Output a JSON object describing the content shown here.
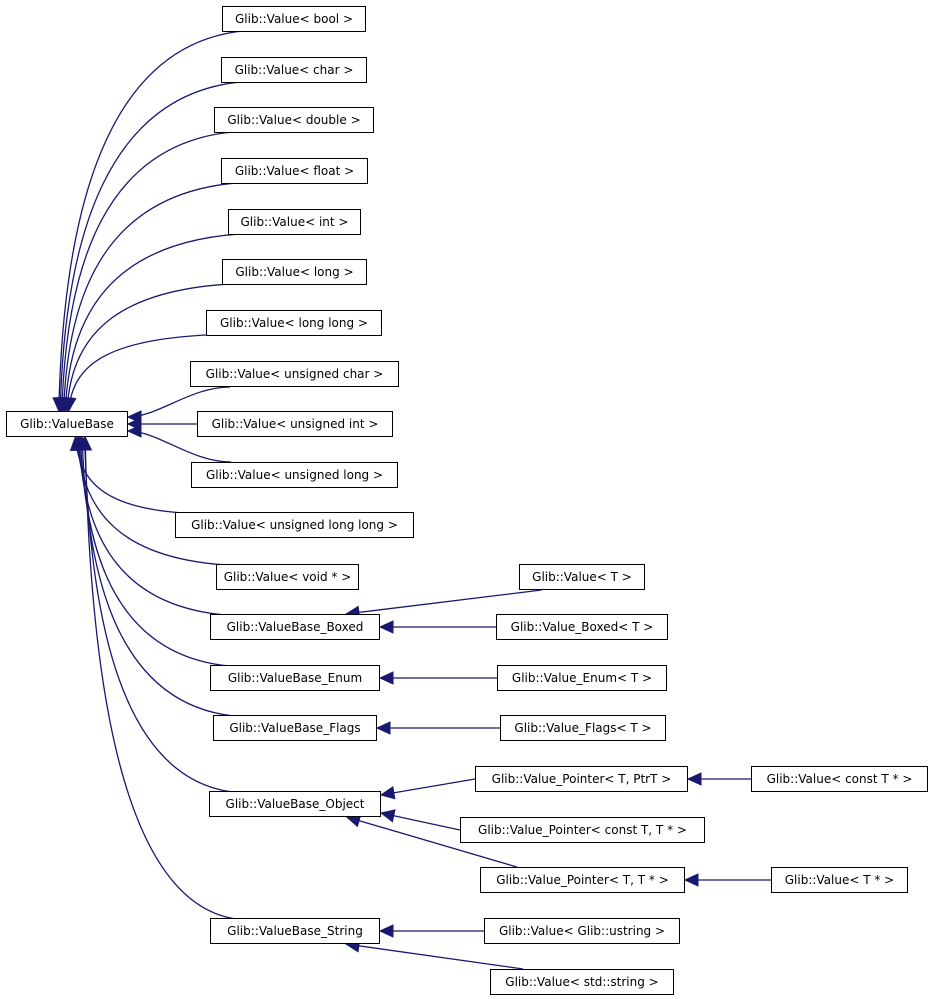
{
  "edge_color": "#191970",
  "nodes": {
    "valuebase": "Glib::ValueBase",
    "v_bool": "Glib::Value< bool >",
    "v_char": "Glib::Value< char >",
    "v_double": "Glib::Value< double >",
    "v_float": "Glib::Value< float >",
    "v_int": "Glib::Value< int >",
    "v_long": "Glib::Value< long >",
    "v_longlong": "Glib::Value< long long >",
    "v_uchar": "Glib::Value< unsigned char >",
    "v_uint": "Glib::Value< unsigned int >",
    "v_ulong": "Glib::Value< unsigned long >",
    "v_ulonglong": "Glib::Value< unsigned long long >",
    "v_voidp": "Glib::Value< void * >",
    "vb_boxed": "Glib::ValueBase_Boxed",
    "v_T": "Glib::Value< T >",
    "v_boxed_T": "Glib::Value_Boxed< T >",
    "vb_enum": "Glib::ValueBase_Enum",
    "v_enum_T": "Glib::Value_Enum< T >",
    "vb_flags": "Glib::ValueBase_Flags",
    "v_flags_T": "Glib::Value_Flags< T >",
    "vb_object": "Glib::ValueBase_Object",
    "vp_T_PtrT": "Glib::Value_Pointer< T, PtrT >",
    "v_constTp": "Glib::Value< const T * >",
    "vp_constT_Tp": "Glib::Value_Pointer< const T, T * >",
    "vp_T_Tp": "Glib::Value_Pointer< T, T * >",
    "v_Tp": "Glib::Value< T * >",
    "vb_string": "Glib::ValueBase_String",
    "v_ustring": "Glib::Value< Glib::ustring >",
    "v_stdstring": "Glib::Value< std::string >"
  },
  "edges": [
    [
      "v_bool",
      "valuebase"
    ],
    [
      "v_char",
      "valuebase"
    ],
    [
      "v_double",
      "valuebase"
    ],
    [
      "v_float",
      "valuebase"
    ],
    [
      "v_int",
      "valuebase"
    ],
    [
      "v_long",
      "valuebase"
    ],
    [
      "v_longlong",
      "valuebase"
    ],
    [
      "v_uchar",
      "valuebase"
    ],
    [
      "v_uint",
      "valuebase"
    ],
    [
      "v_ulong",
      "valuebase"
    ],
    [
      "v_ulonglong",
      "valuebase"
    ],
    [
      "v_voidp",
      "valuebase"
    ],
    [
      "vb_boxed",
      "valuebase"
    ],
    [
      "vb_enum",
      "valuebase"
    ],
    [
      "vb_flags",
      "valuebase"
    ],
    [
      "vb_object",
      "valuebase"
    ],
    [
      "vb_string",
      "valuebase"
    ],
    [
      "v_T",
      "vb_boxed"
    ],
    [
      "v_boxed_T",
      "vb_boxed"
    ],
    [
      "v_enum_T",
      "vb_enum"
    ],
    [
      "v_flags_T",
      "vb_flags"
    ],
    [
      "vp_T_PtrT",
      "vb_object"
    ],
    [
      "vp_constT_Tp",
      "vb_object"
    ],
    [
      "vp_T_Tp",
      "vb_object"
    ],
    [
      "v_constTp",
      "vp_T_PtrT"
    ],
    [
      "v_Tp",
      "vp_T_Tp"
    ],
    [
      "v_ustring",
      "vb_string"
    ],
    [
      "v_stdstring",
      "vb_string"
    ]
  ]
}
